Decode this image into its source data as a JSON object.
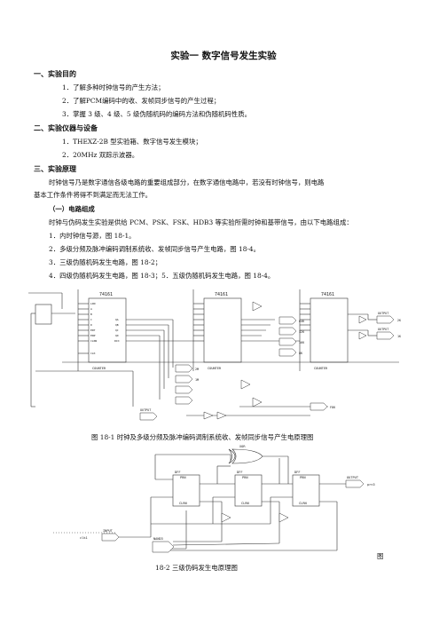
{
  "title": "实验一  数字信号发生实验",
  "sections": {
    "s1_heading": "一、实验目的",
    "s1_items": [
      "1．了解多种时钟信号的产生方法；",
      "2．了解PCM编码中的收、发帧同步信号的产生过程；",
      "3．掌握 3 级、4 级、5 级伪随机码的编码方法和伪随机码性质。"
    ],
    "s2_heading": "二、实验仪器与设备",
    "s2_items": [
      "1．THEXZ-2B 型实验箱、数字信号发生模块；",
      "2．20MHz 双踪示波器。"
    ],
    "s3_heading": "三、实验原理",
    "s3_para_line1": "时钟信号乃是数字通信各级电路的重要组成部分，在数字通信电路中，若没有时钟信号，则电路",
    "s3_para_line2": "基本工作条件将得不到满足而无法工作。",
    "s3_sub": "（一）电路组成",
    "s3_sub_para": "时钟与伪码发生实验是供给 PCM、PSK、FSK、HDB3 等实验所需时钟和基带信号，由以下电路组成：",
    "s3_list": [
      "1．内时钟信号源，图 18-1。",
      "2．多级分频及脉冲编码调制系统收、发帧同步信号产生电路，图 18-4。",
      "3．三级伪随机码发生电路，图 18-2；",
      "4．四级伪随机码发生电路，图 18-3；5．五级伪随机码发生电路，图 18-4。"
    ]
  },
  "figure1": {
    "caption": "图 18-1   时钟及多级分频及脉冲编码调制系统收、发帧同步信号产生电原理图",
    "chip_labels": [
      "74161",
      "74161",
      "74161"
    ],
    "counter_label": "COUNTER",
    "pin_labels": [
      "LDN",
      "A",
      "B",
      "C",
      "D",
      "ENT",
      "ENP",
      "CLRN",
      "CLK",
      "QA",
      "QB",
      "QC",
      "QD",
      "RCO"
    ],
    "output_labels": [
      "2K",
      "1K",
      "2M",
      "1M",
      "64K",
      "32K",
      "16K",
      "8K",
      "F8K"
    ],
    "signal_labels": [
      "OUTPUT",
      "OUTPUT",
      "OUTPUT"
    ]
  },
  "figure2": {
    "caption": "18-2   三级伪码发生电原理图",
    "caption_prefix": "图",
    "ff_labels": [
      "DFF",
      "DFF",
      "DFF"
    ],
    "clrn_label": "CLRN",
    "prn_label": "PRN",
    "output_label": "prn3",
    "input_label": "clk1",
    "input_box": "INPUT",
    "output_box": "OUTPUT",
    "gate_label": "XOR",
    "nand_label": "NAND3"
  }
}
